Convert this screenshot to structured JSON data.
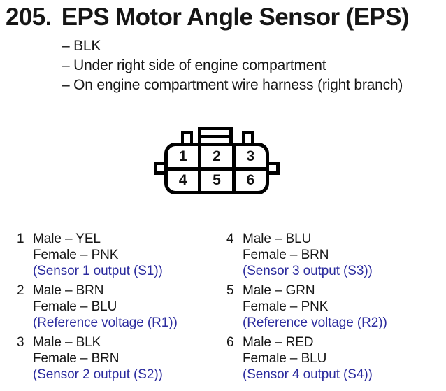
{
  "title": {
    "number": "205.",
    "text": "EPS Motor Angle Sensor (EPS)"
  },
  "notes": [
    "– BLK",
    "– Under right side of engine compartment",
    "– On engine compartment wire harness (right branch)"
  ],
  "connector": {
    "pins": [
      "1",
      "2",
      "3",
      "4",
      "5",
      "6"
    ]
  },
  "pins": {
    "left": [
      {
        "number": "1",
        "male": "Male – YEL",
        "female": "Female – PNK",
        "signal": "(Sensor 1 output (S1))"
      },
      {
        "number": "2",
        "male": "Male – BRN",
        "female": "Female – BLU",
        "signal": "(Reference voltage (R1))"
      },
      {
        "number": "3",
        "male": "Male – BLK",
        "female": "Female – BRN",
        "signal": "(Sensor 2 output (S2))"
      }
    ],
    "right": [
      {
        "number": "4",
        "male": "Male – BLU",
        "female": "Female – BRN",
        "signal": "(Sensor 3 output (S3))"
      },
      {
        "number": "5",
        "male": "Male – GRN",
        "female": "Female – PNK",
        "signal": "(Reference voltage (R2))"
      },
      {
        "number": "6",
        "male": "Male – RED",
        "female": "Female – BLU",
        "signal": "(Sensor 4 output (S4))"
      }
    ]
  },
  "colors": {
    "signal_blue": "#2b2b9e",
    "ink": "#161616",
    "line_black": "#000000"
  }
}
